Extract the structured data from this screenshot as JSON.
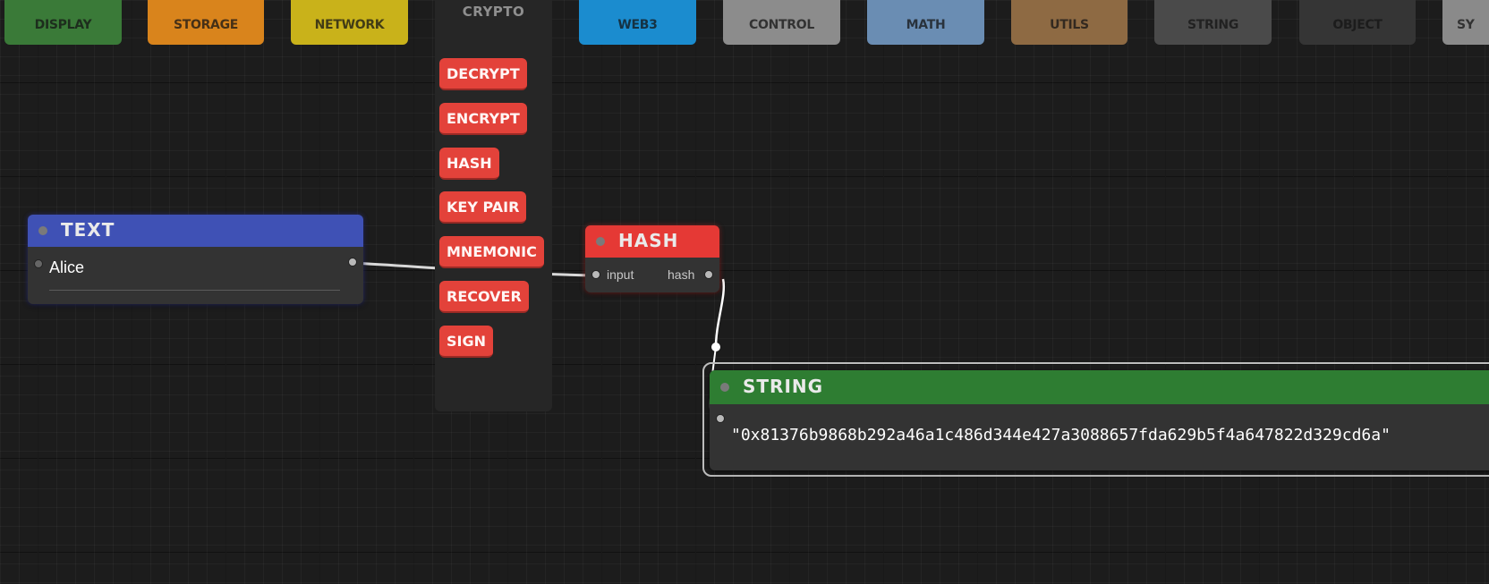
{
  "tabs": [
    {
      "label": "DISPLAY",
      "color": "#3a7a38"
    },
    {
      "label": "STORAGE",
      "color": "#d9841c"
    },
    {
      "label": "NETWORK",
      "color": "#c9b21a"
    },
    {
      "label": "WEB3",
      "color": "#1b8ccf"
    },
    {
      "label": "CONTROL",
      "color": "#8c8c8c"
    },
    {
      "label": "MATH",
      "color": "#6a8db3"
    },
    {
      "label": "UTILS",
      "color": "#8e6a43"
    },
    {
      "label": "STRING",
      "color": "#4a4a4a"
    },
    {
      "label": "OBJECT",
      "color": "#353535"
    },
    {
      "label": "SY",
      "color": "#8a8a8a"
    }
  ],
  "crypto_panel": {
    "title": "CRYPTO",
    "items": [
      "DECRYPT",
      "ENCRYPT",
      "HASH",
      "KEY PAIR",
      "MNEMONIC",
      "RECOVER",
      "SIGN"
    ],
    "color": "#e3423a"
  },
  "text_node": {
    "title": "TEXT",
    "value": "Alice",
    "color": "#3f51b5"
  },
  "hash_node": {
    "title": "HASH",
    "input_label": "input",
    "output_label": "hash",
    "color": "#e53935"
  },
  "string_node": {
    "title": "STRING",
    "value": "\"0x81376b9868b292a46a1c486d344e427a3088657fda629b5f4a647822d329cd6a\"",
    "color": "#2e7d32"
  }
}
